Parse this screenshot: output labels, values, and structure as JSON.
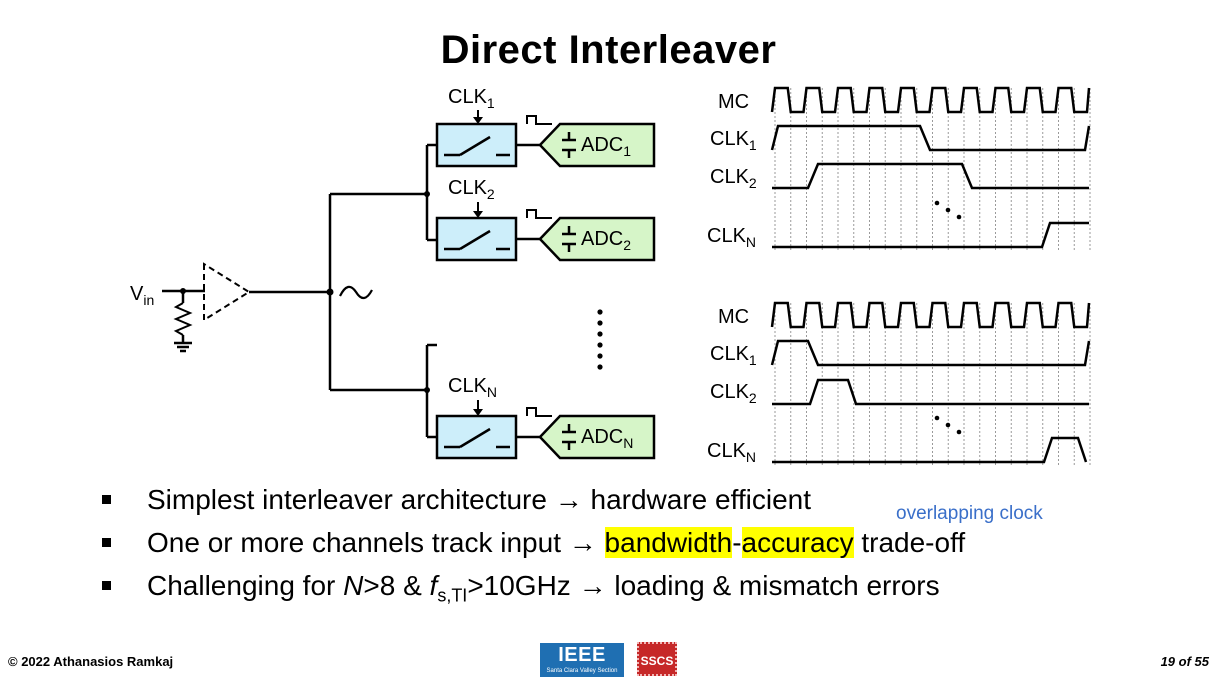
{
  "slide": {
    "title": "Direct Interleaver"
  },
  "circuit": {
    "input_label": "V",
    "input_label_sub": "in",
    "clk_labels": [
      {
        "main": "CLK",
        "sub": "1"
      },
      {
        "main": "CLK",
        "sub": "2"
      },
      {
        "main": "CLK",
        "sub": "N"
      }
    ],
    "adc_labels": [
      {
        "main": "ADC",
        "sub": "1"
      },
      {
        "main": "ADC",
        "sub": "2"
      },
      {
        "main": "ADC",
        "sub": "N"
      }
    ]
  },
  "timing": {
    "top": {
      "signals": [
        {
          "main": "MC",
          "sub": ""
        },
        {
          "main": "CLK",
          "sub": "1"
        },
        {
          "main": "CLK",
          "sub": "2"
        },
        {
          "main": "CLK",
          "sub": "N"
        }
      ]
    },
    "bottom": {
      "signals": [
        {
          "main": "MC",
          "sub": ""
        },
        {
          "main": "CLK",
          "sub": "1"
        },
        {
          "main": "CLK",
          "sub": "2"
        },
        {
          "main": "CLK",
          "sub": "N"
        }
      ]
    }
  },
  "note": "overlapping clock",
  "bullets": [
    {
      "text": "Simplest interleaver architecture → hardware efficient"
    },
    {
      "pre": "One or more channels track input → ",
      "hl1": "bandwidth",
      "dash": "-",
      "hl2": "accuracy",
      "post": " trade-off"
    },
    {
      "pre": "Challenging for ",
      "n": "N",
      "mid": ">8 & ",
      "f": "f",
      "fsub": "s,TI",
      "post": ">10GHz → loading & mismatch errors"
    }
  ],
  "footer": {
    "copyright": "© 2022 Athanasios Ramkaj",
    "page": "19 of 55",
    "ieee_logo": "IEEE",
    "ieee_sub": "Santa Clara Valley Section",
    "sscs_logo": "SSCS"
  },
  "colors": {
    "switch_fill": "#cdeefa",
    "adc_fill": "#d6f5c8",
    "highlight": "#ffff00",
    "note": "#3a6fc9",
    "ieee_blue": "#1f6fb2",
    "sscs_red": "#c62828"
  }
}
